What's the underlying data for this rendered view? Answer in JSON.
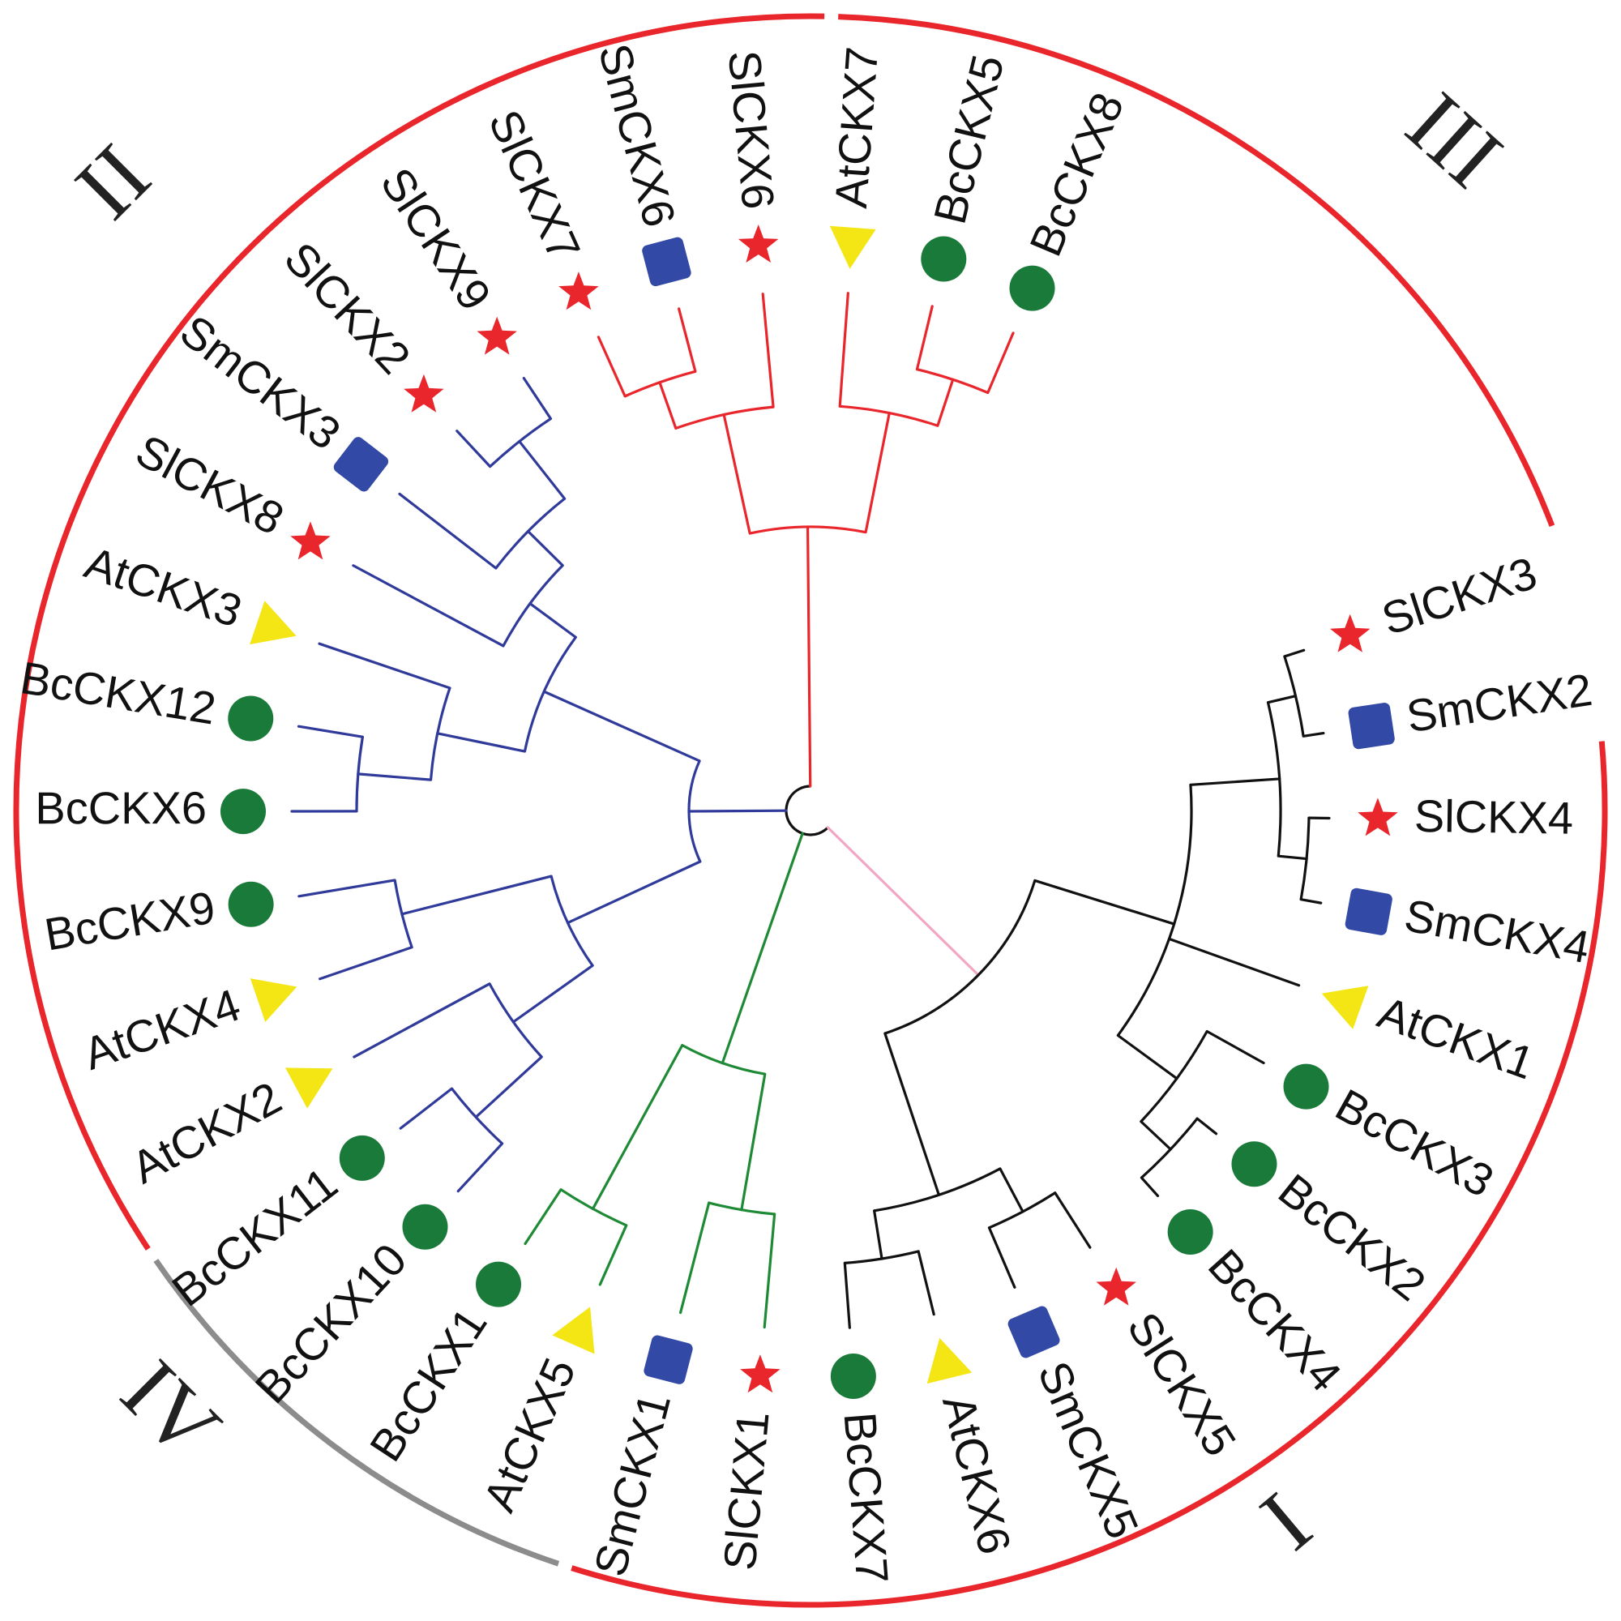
{
  "colors": {
    "clade_I": "#111111",
    "clade_II": "#2f3a9a",
    "clade_III": "#e8262c",
    "clade_IV": "#1f8a35",
    "root_pink": "#f2a6c4",
    "arc_red": "#e8262c",
    "arc_gray": "#8c8c8c",
    "marker_Bc": "#1a7a3a",
    "marker_At": "#f4e514",
    "marker_Sl": "#e8262c",
    "marker_Sm": "#3349a6"
  },
  "markers": {
    "Bc": "circle",
    "At": "triangle",
    "Sl": "star",
    "Sm": "rounded-square"
  },
  "clade_labels": {
    "I": "I",
    "II": "II",
    "III": "III",
    "IV": "IV"
  },
  "leaves": [
    {
      "name": "SlCKX3",
      "species": "Sl",
      "clade": "I"
    },
    {
      "name": "SmCKX2",
      "species": "Sm",
      "clade": "I"
    },
    {
      "name": "SlCKX4",
      "species": "Sl",
      "clade": "I"
    },
    {
      "name": "SmCKX4",
      "species": "Sm",
      "clade": "I"
    },
    {
      "name": "AtCKX1",
      "species": "At",
      "clade": "I"
    },
    {
      "name": "BcCKX3",
      "species": "Bc",
      "clade": "I"
    },
    {
      "name": "BcCKX2",
      "species": "Bc",
      "clade": "I"
    },
    {
      "name": "BcCKX4",
      "species": "Bc",
      "clade": "I"
    },
    {
      "name": "SlCKX5",
      "species": "Sl",
      "clade": "I"
    },
    {
      "name": "SmCKX5",
      "species": "Sm",
      "clade": "I"
    },
    {
      "name": "AtCKX6",
      "species": "At",
      "clade": "I"
    },
    {
      "name": "BcCKX7",
      "species": "Bc",
      "clade": "I"
    },
    {
      "name": "SlCKX1",
      "species": "Sl",
      "clade": "IV"
    },
    {
      "name": "SmCKX1",
      "species": "Sm",
      "clade": "IV"
    },
    {
      "name": "AtCKX5",
      "species": "At",
      "clade": "IV"
    },
    {
      "name": "BcCKX1",
      "species": "Bc",
      "clade": "IV"
    },
    {
      "name": "BcCKX10",
      "species": "Bc",
      "clade": "II"
    },
    {
      "name": "BcCKX11",
      "species": "Bc",
      "clade": "II"
    },
    {
      "name": "AtCKX2",
      "species": "At",
      "clade": "II"
    },
    {
      "name": "AtCKX4",
      "species": "At",
      "clade": "II"
    },
    {
      "name": "BcCKX9",
      "species": "Bc",
      "clade": "II"
    },
    {
      "name": "BcCKX6",
      "species": "Bc",
      "clade": "II"
    },
    {
      "name": "BcCKX12",
      "species": "Bc",
      "clade": "II"
    },
    {
      "name": "AtCKX3",
      "species": "At",
      "clade": "II"
    },
    {
      "name": "SlCKX8",
      "species": "Sl",
      "clade": "II"
    },
    {
      "name": "SmCKX3",
      "species": "Sm",
      "clade": "II"
    },
    {
      "name": "SlCKX2",
      "species": "Sl",
      "clade": "II"
    },
    {
      "name": "SlCKX9",
      "species": "Sl",
      "clade": "II"
    },
    {
      "name": "SlCKX7",
      "species": "Sl",
      "clade": "III"
    },
    {
      "name": "SmCKX6",
      "species": "Sm",
      "clade": "III"
    },
    {
      "name": "SlCKX6",
      "species": "Sl",
      "clade": "III"
    },
    {
      "name": "AtCKX7",
      "species": "At",
      "clade": "III"
    },
    {
      "name": "BcCKX5",
      "species": "Bc",
      "clade": "III"
    },
    {
      "name": "BcCKX8",
      "species": "Bc",
      "clade": "III"
    }
  ]
}
